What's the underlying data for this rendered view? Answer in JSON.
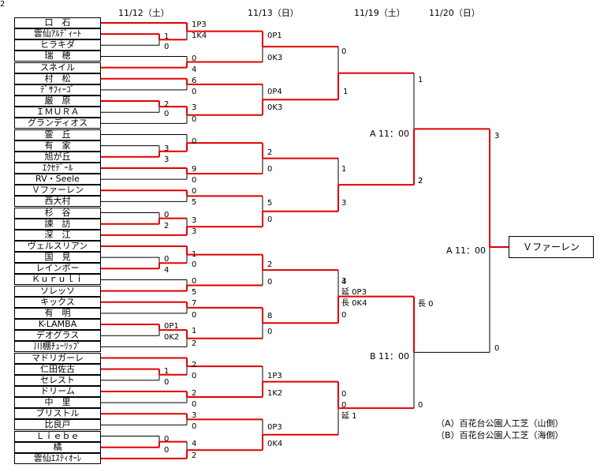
{
  "dates": [
    "11/12（土）",
    "11/13（日）",
    "11/19（土）",
    "11/20（日）"
  ],
  "teams": [
    "口　石",
    "雲仙ｱﾙﾃﾞｨｰﾄ",
    "ヒラキダ",
    "瑞　穂",
    "スネイル",
    "村　松",
    "ﾃﾞｻﾌｨｰｺﾞ",
    "厳　原",
    "ＩＭＵＲＡ",
    "グランディオス",
    "霊　丘",
    "有　家",
    "旭が丘",
    "ｴｸｾﾃﾞｰﾙ",
    "RV・Seele",
    "Ｖファーレン",
    "西大村",
    "杉　谷",
    "諫　訪",
    "深　江",
    "ヴェルスリアン",
    "国　見",
    "レインボー",
    "Ｋｕｒｕｌｉ",
    "ソレッソ",
    "キックス",
    "有　明",
    "K-LAMBA",
    "デオグラス",
    "川棚ﾁｭｰﾘｯﾌﾟ",
    "マドリガーレ",
    "仁田佐古",
    "セレスト",
    "ドリーム",
    "中　里",
    "ブリストル",
    "比良戸",
    "Ｌｉｅｂｅ",
    "橘",
    "雲仙ｴｽﾃｨｵｰﾚ"
  ],
  "scores": [
    {
      "t": "1P3"
    },
    {
      "t": "1K4"
    },
    {
      "t": "1"
    },
    {
      "t": "0"
    },
    {
      "t": "0P1"
    },
    {
      "t": "0"
    },
    {
      "t": "0K3"
    },
    {
      "t": "4"
    },
    {
      "t": "6"
    },
    {
      "t": "0"
    },
    {
      "t": "0P4"
    },
    {
      "t": "1"
    },
    {
      "t": "2"
    },
    {
      "t": "0"
    },
    {
      "t": "3"
    },
    {
      "t": "0K3"
    },
    {
      "t": "0"
    },
    {
      "t": "1"
    },
    {
      "t": "0"
    },
    {
      "t": "0"
    },
    {
      "t": "3"
    },
    {
      "t": "3"
    },
    {
      "t": "2"
    },
    {
      "t": "9"
    },
    {
      "t": "0"
    },
    {
      "t": "0"
    },
    {
      "t": "0"
    },
    {
      "t": "5"
    },
    {
      "t": "1"
    },
    {
      "t": "3"
    },
    {
      "t": "5"
    },
    {
      "t": "0"
    },
    {
      "t": "2"
    },
    {
      "t": "3"
    },
    {
      "t": "3"
    },
    {
      "t": "0"
    },
    {
      "t": "2"
    },
    {
      "t": "1"
    },
    {
      "t": "0"
    },
    {
      "t": "0"
    },
    {
      "t": "4"
    },
    {
      "t": "2"
    },
    {
      "t": "0"
    },
    {
      "t": "0"
    },
    {
      "t": "5"
    },
    {
      "t": "3"
    },
    {
      "t": "7"
    },
    {
      "t": "0"
    },
    {
      "t": "8"
    },
    {
      "t": "0"
    },
    {
      "t": "0P1"
    },
    {
      "t": "1"
    },
    {
      "t": "0K2"
    },
    {
      "t": "2"
    },
    {
      "t": "0"
    },
    {
      "t": "2"
    },
    {
      "t": "0"
    },
    {
      "t": "1"
    },
    {
      "t": "0"
    },
    {
      "t": "1P3"
    },
    {
      "t": "2"
    },
    {
      "t": "1K2"
    },
    {
      "t": "0"
    },
    {
      "t": "3"
    },
    {
      "t": "0"
    },
    {
      "t": "0P3"
    },
    {
      "t": "0"
    },
    {
      "t": "0"
    },
    {
      "t": "4"
    },
    {
      "t": "0K4"
    },
    {
      "t": "2"
    },
    {
      "t": "延 0P3"
    },
    {
      "t": "長 0K4"
    },
    {
      "t": "0"
    },
    {
      "t": "0"
    },
    {
      "t": "延 1"
    },
    {
      "t": "長 0"
    },
    {
      "t": "0"
    },
    {
      "t": "3"
    },
    {
      "t": "0"
    },
    {
      "t": "2"
    },
    {
      "t": "4"
    },
    {
      "t": "2"
    }
  ],
  "labels": {
    "semi_top": "A 11：00",
    "semi_bottom": "B 11：00",
    "final": "A 11：00"
  },
  "champion": "Ｖファーレン",
  "legend": [
    "（A）百花台公園人工芝（山側）",
    "（B）百花台公園人工芝（海側）"
  ],
  "colors": {
    "win": "#e00000",
    "line": "#000000"
  }
}
